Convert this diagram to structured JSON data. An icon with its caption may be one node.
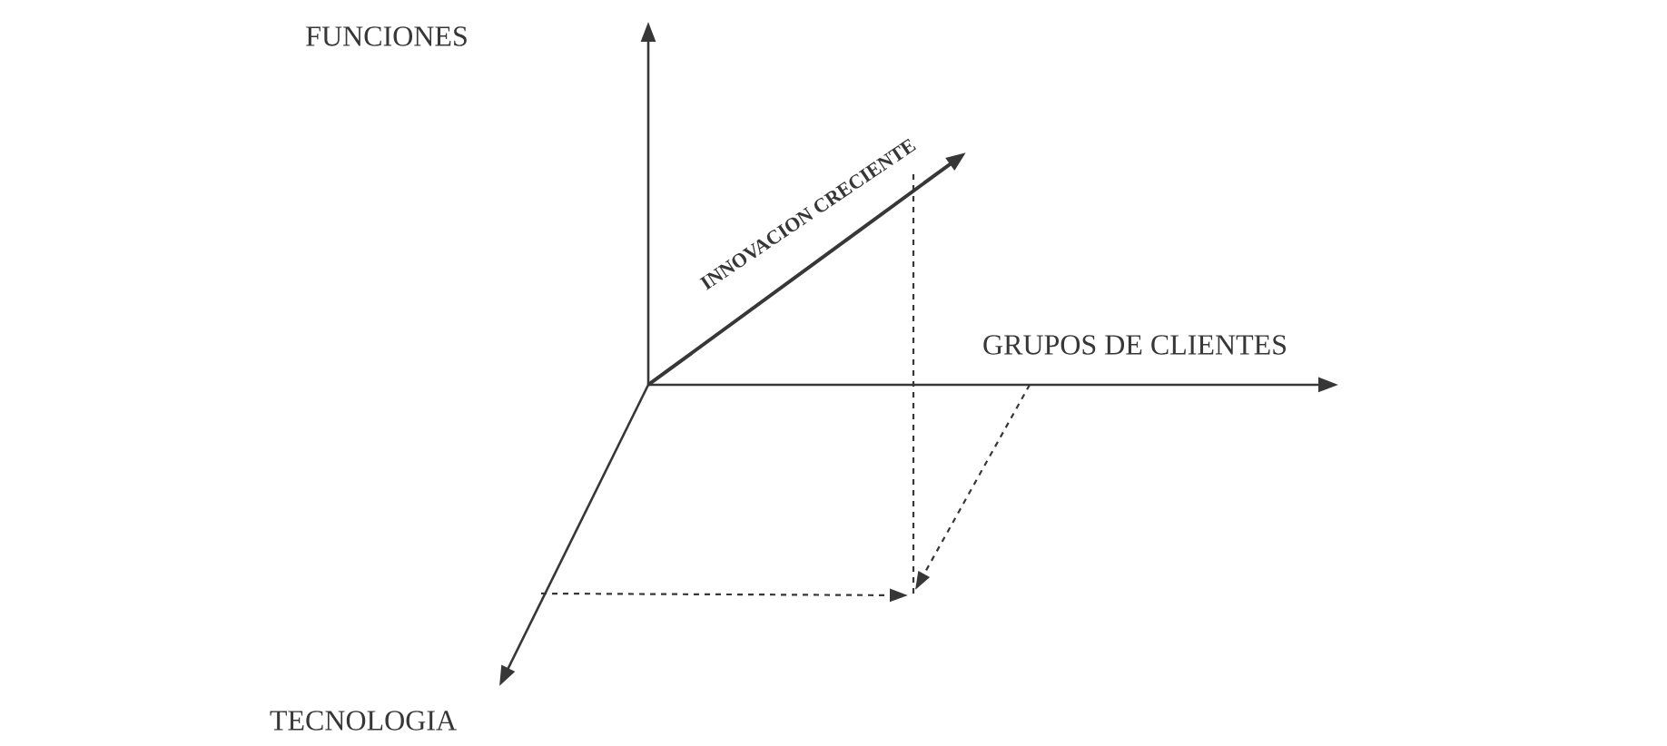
{
  "diagram": {
    "labels": [
      "FUNCIONES",
      "INNOVACION CRECIENTE",
      "GRUPOS DE CLIENTES",
      "TECNOLOGIA"
    ]
  }
}
